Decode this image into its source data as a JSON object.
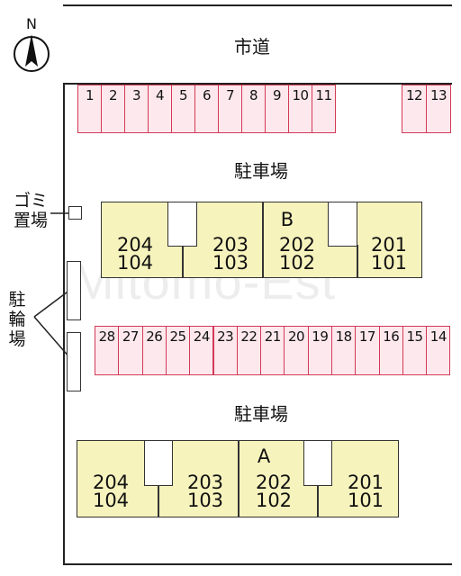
{
  "road": {
    "label": "市道"
  },
  "compass": {
    "label": "N"
  },
  "parking": {
    "label_upper": "駐車場",
    "label_lower": "駐車場",
    "top_row_left": [
      "1",
      "2",
      "3",
      "4",
      "5",
      "6",
      "7",
      "8",
      "9",
      "10",
      "11"
    ],
    "top_row_right": [
      "12",
      "13"
    ],
    "middle_row": [
      "28",
      "27",
      "26",
      "25",
      "24",
      "23",
      "22",
      "21",
      "20",
      "19",
      "18",
      "17",
      "16",
      "15",
      "14"
    ]
  },
  "buildings": [
    {
      "name": "B",
      "units": [
        {
          "upper": "204",
          "lower": "104"
        },
        {
          "upper": "203",
          "lower": "103"
        },
        {
          "upper": "202",
          "lower": "102"
        },
        {
          "upper": "201",
          "lower": "101"
        }
      ]
    },
    {
      "name": "A",
      "units": [
        {
          "upper": "204",
          "lower": "104"
        },
        {
          "upper": "203",
          "lower": "103"
        },
        {
          "upper": "202",
          "lower": "102"
        },
        {
          "upper": "201",
          "lower": "101"
        }
      ]
    }
  ],
  "garbage": {
    "label_line1": "ゴミ",
    "label_line2": "置場"
  },
  "bicycle": {
    "label_line1": "駐",
    "label_line2": "輪",
    "label_line3": "場"
  },
  "watermark": "Mitomo-Est",
  "colors": {
    "parking_border": "#d23a55",
    "parking_fill": "#fde8ee",
    "building_fill": "#f7f3bd"
  }
}
